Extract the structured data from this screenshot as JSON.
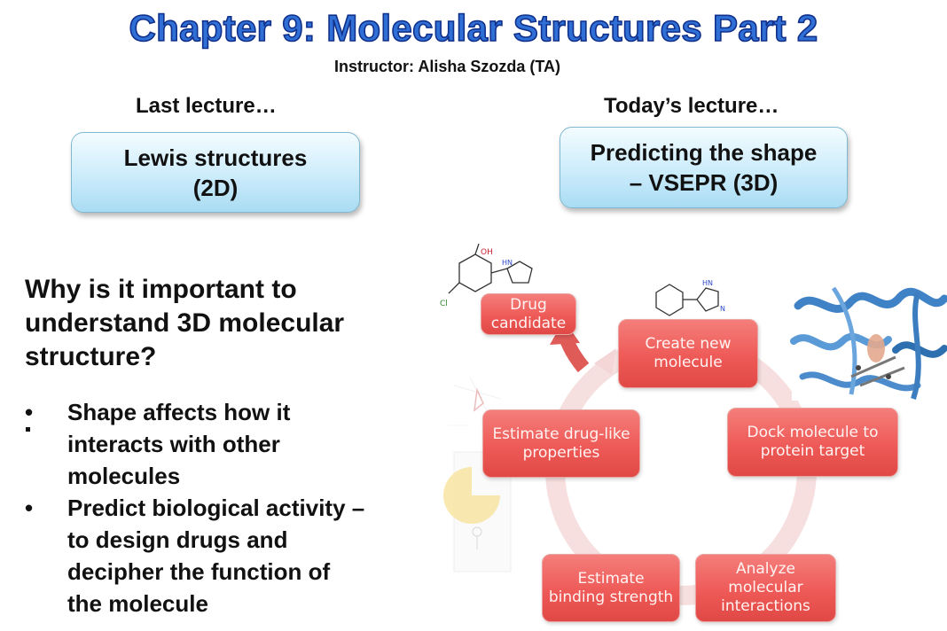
{
  "header": {
    "title": "Chapter 9: Molecular Structures Part 2",
    "instructor": "Instructor: Alisha Szozda (TA)"
  },
  "last_lecture": {
    "label": "Last lecture…",
    "box_line1": "Lewis structures",
    "box_line2": "(2D)"
  },
  "todays_lecture": {
    "label": "Today’s lecture…",
    "box_line1": "Predicting the shape",
    "box_line2": "– VSEPR (3D)"
  },
  "question": {
    "line1": "Why is it important to",
    "line2": "understand 3D molecular",
    "line3": "structure?"
  },
  "bullets": {
    "marker": "•",
    "items": [
      {
        "lines": [
          "Shape affects how it",
          "interacts with other",
          "molecules"
        ]
      },
      {
        "lines": [
          "Predict biological activity –",
          "to design drugs and",
          "decipher the function of",
          "the molecule"
        ]
      }
    ]
  },
  "cycle": {
    "drug_candidate": [
      "Drug",
      "candidate"
    ],
    "create_new_molecule": [
      "Create new",
      "molecule"
    ],
    "dock_molecule": [
      "Dock molecule to",
      "protein target"
    ],
    "analyze_interactions": [
      "Analyze",
      "molecular",
      "interactions"
    ],
    "estimate_binding": [
      "Estimate",
      "binding strength"
    ],
    "estimate_druglike": [
      "Estimate drug-like",
      "properties"
    ]
  },
  "molecule_labels": {
    "oh": "OH",
    "cl": "Cl",
    "hn": "HN",
    "n": "N"
  },
  "colors": {
    "title_blue": "#2f6fd6",
    "box_blue": "#ccecfb",
    "node_red": "#ee5a57",
    "cycle_arrow": "#f6dcdc"
  }
}
